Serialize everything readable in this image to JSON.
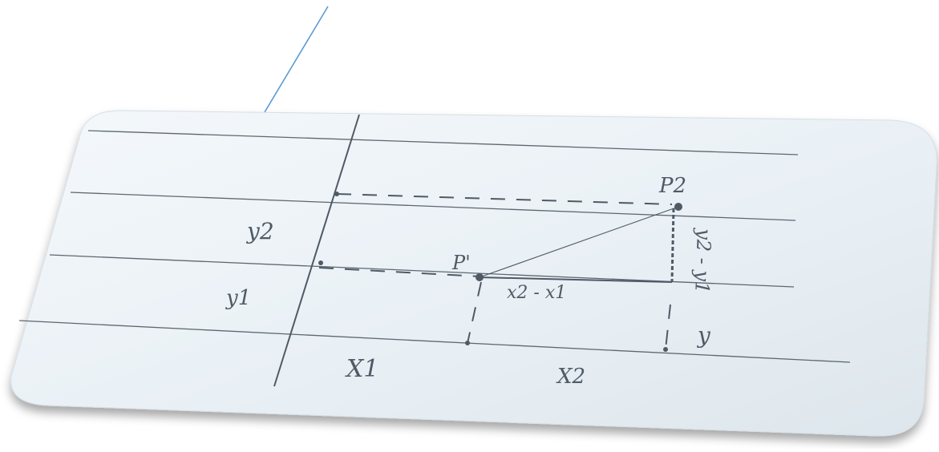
{
  "colors": {
    "background": "#ffffff",
    "paper": "#eef4f8",
    "ink": "#4f5a66",
    "pointer_line": "#5b9bd5"
  },
  "sketch": {
    "point_1_label": "P'",
    "point_2_label": "P2",
    "y2_label": "y2",
    "y1_label": "y1",
    "x1_label": "X1",
    "x2_label": "X2",
    "dx_label": "x2 - x1",
    "dy_label": "y2 - y1",
    "y_tick_label": "y"
  }
}
